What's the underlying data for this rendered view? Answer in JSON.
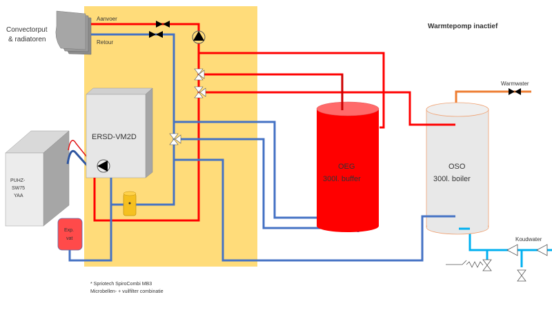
{
  "title": "Warmtepomp inactief",
  "labels": {
    "convector_line1": "Convectorput",
    "convector_line2": "& radiatoren",
    "aanvoer": "Aanvoer",
    "retour": "Retour",
    "indoor_unit": "ERSD-VM2D",
    "outdoor_line1": "PUHZ-",
    "outdoor_line2": "SW75",
    "outdoor_line3": "YAA",
    "exp_line1": "Exp.",
    "exp_line2": "vat",
    "buffer_line1": "OEG",
    "buffer_line2": "300l. buffer",
    "boiler_line1": "OSO",
    "boiler_line2": "300l. boiler",
    "warmwater": "Warmwater",
    "koudwater": "Koudwater",
    "footnote_line1": "*  Spriotech SpiroCombi MB3",
    "footnote_line2": "Microbellen- + vuilfilter combinatie",
    "filter_marker": "*"
  },
  "colors": {
    "supply": "#ff0000",
    "return": "#4472c4",
    "hot_water": "#ed7d31",
    "cold_water": "#00b0f0",
    "cabinet_bg": "#ffd966",
    "buffer": "#ff0000",
    "boiler": "#e8e8e8"
  },
  "status": "inactive"
}
